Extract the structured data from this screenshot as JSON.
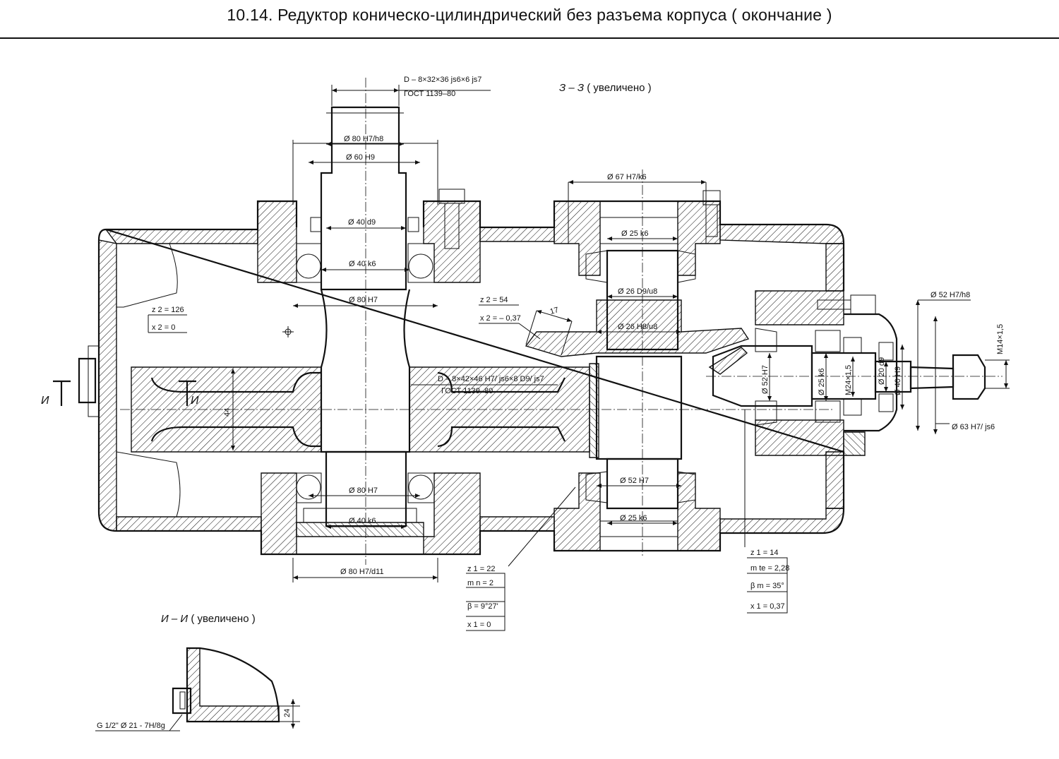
{
  "title": "10.14. Редуктор коническо-цилиндрический без разъема корпуса ( окончание )",
  "views": {
    "section_33": {
      "name": "З – З",
      "note": "( увеличено )"
    },
    "section_ii": {
      "name": "И – И",
      "note": "( увеличено )"
    }
  },
  "section_marks": {
    "cut_letter": "И"
  },
  "spline_top": {
    "line1": "D – 8×32×36 js6×6 js7",
    "line2": "ГОСТ 1139–80"
  },
  "spline_mid": {
    "line1": "D – 8×42×46 H7/ js6×8 D9/ js7",
    "line2": "ГОСТ 1139–80"
  },
  "dims": {
    "d80_h7h8": "Ø 80 H7/h8",
    "d60_h9": "Ø 60 H9",
    "d40_d9": "Ø 40 d9",
    "d40_k6_top": "Ø 40 k6",
    "d80_h7_top": "Ø 80 H7",
    "d80_h7_bot": "Ø 80 H7",
    "d40_k6_bot": "Ø 40 k6",
    "d80_h7d11": "Ø 80 H7/d11",
    "d67_h7k6": "Ø 67 H7/k6",
    "d25_k6_top": "Ø 25 k6",
    "d26_d9u8": "Ø 26 D9/u8",
    "d26_h8u8": "Ø 26 H8/u8",
    "d52_h7_bot": "Ø 52 H7",
    "d25_k6_bot": "Ø 25 k6",
    "d52_h7h8": "Ø 52 H7/h8",
    "m14": "M14×1,5",
    "d52_h7": "Ø 52 H7",
    "d25_k6_r": "Ø 25 k6",
    "m24": "M24×1,5",
    "d20_d9": "Ø 20 d9",
    "d40_h9": "Ø 40 H9",
    "d63_h7js6": "Ø 63 H7/ js6",
    "dim_44": "44",
    "dim_17": "17",
    "dim_24": "24",
    "thread_g": "G 1/2\" Ø 21 - 7H/8g"
  },
  "gear_params": {
    "z2_126": "z 2 = 126",
    "x2_0": "x 2 = 0",
    "z2_54": "z 2 = 54",
    "x2_neg": "x 2 = – 0,37",
    "z1_22": "z 1 = 22",
    "mn_2": "m n = 2",
    "beta_9": "β = 9°27'",
    "x1_0": "x 1 = 0",
    "z1_14": "z 1 = 14",
    "mte": "m te = 2,28",
    "beta_m": "β m = 35°",
    "x1_037": "x 1 = 0,37"
  }
}
